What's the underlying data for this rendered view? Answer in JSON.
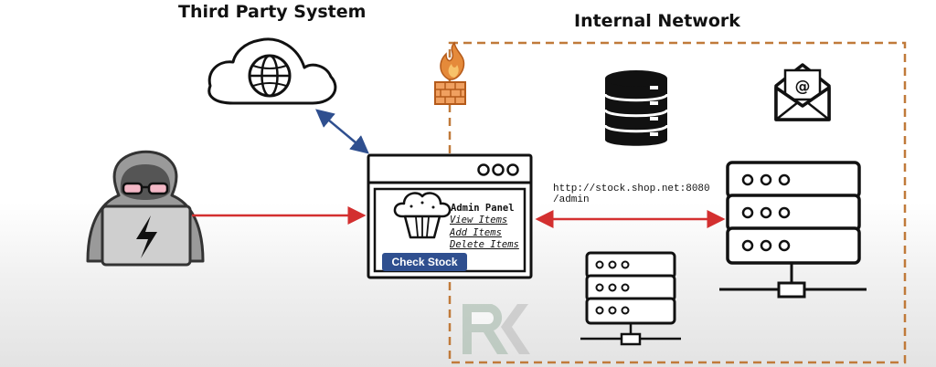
{
  "labels": {
    "third_party": "Third Party System",
    "internal_network": "Internal Network"
  },
  "request": {
    "url_line1": "http://stock.shop.net:8080",
    "url_line2": "/admin"
  },
  "admin_panel": {
    "title": "Admin Panel",
    "links": [
      "View Items",
      "Add Items",
      "Delete Items"
    ],
    "button_label": "Check Stock"
  },
  "watermark": {
    "text": "RK"
  },
  "colors": {
    "attack_arrow": "#d32f2f",
    "cloud_arrow": "#2f4f8f",
    "network_border": "#c07a3a",
    "button": "#2f4f8f",
    "firewall": "#e58a3a"
  },
  "icons": [
    "hacker-icon",
    "cloud-globe-icon",
    "firewall-icon",
    "database-icon",
    "email-icon",
    "server-rack-icon",
    "browser-window-icon",
    "muffin-icon",
    "watermark-logo"
  ]
}
